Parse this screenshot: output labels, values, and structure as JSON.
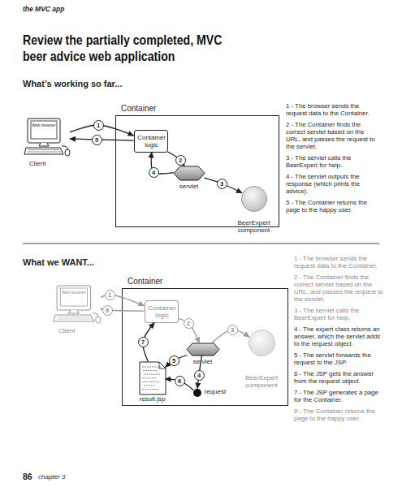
{
  "diagram": {
    "title": "Review the partially completed, MVC beer advice web application",
    "nodes": [
      {
        "text": [
          "Web browser",
          "Client"
        ]
      },
      {
        "text": [
          "Container"
        ]
      },
      {
        "text": [
          "Container logic"
        ],
        "in": 1
      },
      {
        "text": [
          "servlet"
        ],
        "in": 1
      },
      {
        "text": [
          "BeerExpert component"
        ],
        "in": 1
      },
      {
        "text": [
          "Web browser",
          "Client"
        ]
      },
      {
        "text": [
          "Container"
        ]
      },
      {
        "text": [
          "Container logic"
        ],
        "in": 6
      },
      {
        "text": [
          "servlet"
        ],
        "in": 6
      },
      {
        "text": [
          "result.jsp"
        ],
        "in": 6
      },
      {
        "text": [
          "request"
        ],
        "in": 6
      },
      {
        "text": [
          "BeerExpert component"
        ],
        "in": 6
      }
    ],
    "edges": [
      {
        "from": 0,
        "to": 2,
        "label": "1",
        "arrow": "to"
      },
      {
        "from": 2,
        "to": 3,
        "label": "2",
        "arrow": "to"
      },
      {
        "from": 3,
        "to": 4,
        "label": "3",
        "arrow": "to"
      },
      {
        "from": 3,
        "to": 2,
        "label": "4",
        "arrow": "to"
      },
      {
        "from": 2,
        "to": 0,
        "label": "5",
        "arrow": "to"
      },
      {
        "from": 5,
        "to": 7,
        "label": "1",
        "arrow": "to"
      },
      {
        "from": 7,
        "to": 8,
        "label": "2",
        "arrow": "to"
      },
      {
        "from": 8,
        "to": 11,
        "label": "3",
        "arrow": "to"
      },
      {
        "from": 8,
        "to": 10,
        "label": "4",
        "arrow": "to"
      },
      {
        "from": 8,
        "to": 9,
        "label": "5",
        "arrow": "to"
      },
      {
        "from": 10,
        "to": 9,
        "label": "6",
        "arrow": "to"
      },
      {
        "from": 9,
        "to": 7,
        "label": "7",
        "arrow": "to"
      },
      {
        "from": 7,
        "to": 5,
        "label": "8",
        "arrow": "to"
      }
    ],
    "labels": [
      "the MVC app",
      "What’s working so far...",
      "1 - The browser sends the request data to the Container.",
      "2 - The Container finds the correct servlet based on the URL, and passes the request to the servlet.",
      "3 - The servlet calls the BeerExpert for help.",
      "4 - The servlet outputs the response (which prints the advice).",
      "5 - The Container returns the page to the happy user.",
      "What we WANT...",
      "1 - The browser sends the request data to the Container.",
      "2 - The Container finds the correct servlet based on the URL, and passes the request to the servlet.",
      "3 - The servlet calls the BeerExpert for help.",
      "4 - The expert class returns an answer, which the servlet adds to the request object.",
      "5 - The servlet forwards the request to the JSP.",
      "6 - The JSP gets the answer from the request object.",
      "7 - The JSP generates a page for the Container.",
      "8 - The Container returns the page to the happy user.",
      "86",
      "chapter 3"
    ]
  }
}
